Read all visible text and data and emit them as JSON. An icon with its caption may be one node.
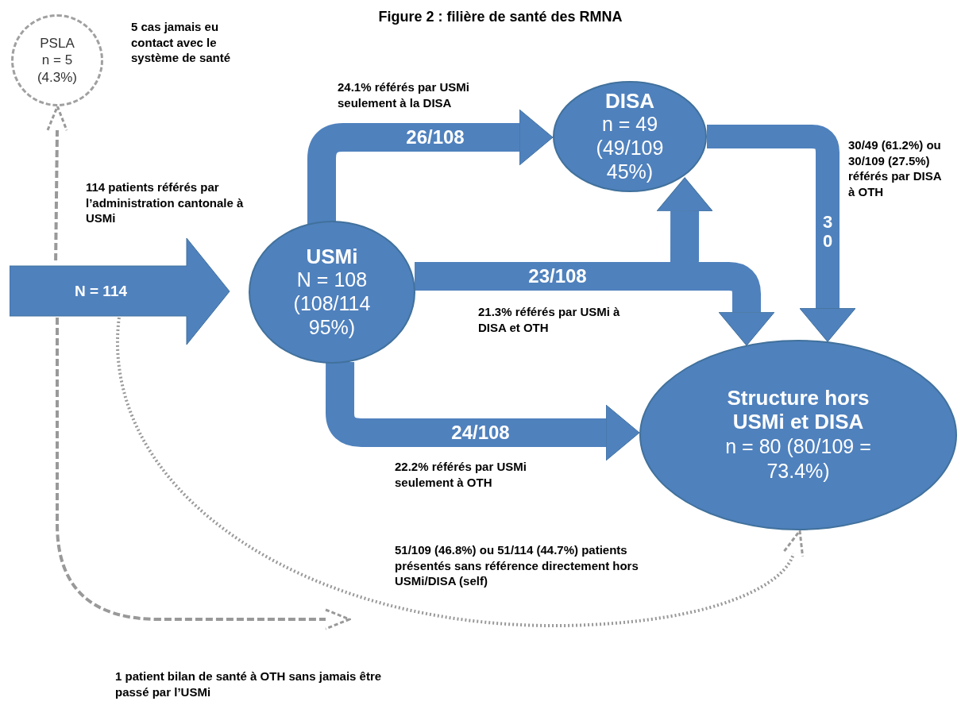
{
  "diagram": {
    "title": "Figure 2 : filière de santé des RMNA",
    "nodes": [
      {
        "text": [
          "PSLA n = 5 (4.3%)"
        ],
        "beside": [
          "5 cas jamais eu contact avec le système de santé"
        ]
      },
      {
        "text": [
          "N = 114"
        ]
      },
      {
        "text": [
          "USMi",
          "N = 108 (108/114 95%)"
        ]
      },
      {
        "text": [
          "DISA",
          "n = 49 (49/109 45%)"
        ]
      },
      {
        "text": [
          "Structure hors USMi et DISA",
          "n = 80 (80/109 = 73.4%)"
        ]
      }
    ],
    "edges": [
      {
        "from": 1,
        "to": 0,
        "arrow": "to",
        "style": "dashed",
        "color": "#999999"
      },
      {
        "from": 2,
        "to": 3,
        "arrow": "to",
        "label": "26/108"
      },
      {
        "from": 2,
        "to": 3,
        "arrow": "to"
      },
      {
        "from": 2,
        "to": 4,
        "arrow": "to",
        "label": "23/108"
      },
      {
        "from": 2,
        "to": 4,
        "arrow": "to",
        "label": "24/108"
      },
      {
        "from": 3,
        "to": 4,
        "arrow": "to",
        "label": "30"
      },
      {
        "from": 1,
        "to": 4,
        "arrow": "to",
        "style": "dashed",
        "color": "#999999"
      },
      {
        "from": 1,
        "to": null,
        "arrow": "to",
        "style": "dashed",
        "color": "#999999"
      }
    ],
    "labels": [
      "24.1% référés par USMi seulement à la DISA",
      "30/49 (61.2%) ou  30/109 (27.5%) référés par DISA à OTH",
      "114 patients référés par l’administration cantonale à USMi",
      "21.3% référés par USMi à DISA et OTH",
      "22.2% référés par USMi seulement à OTH",
      "51/109 (46.8%) ou 51/114 (44.7%) patients présentés sans référence directement hors USMi/DISA (self)",
      "1 patient bilan de santé à OTH sans jamais être passé par l’USMi"
    ]
  }
}
